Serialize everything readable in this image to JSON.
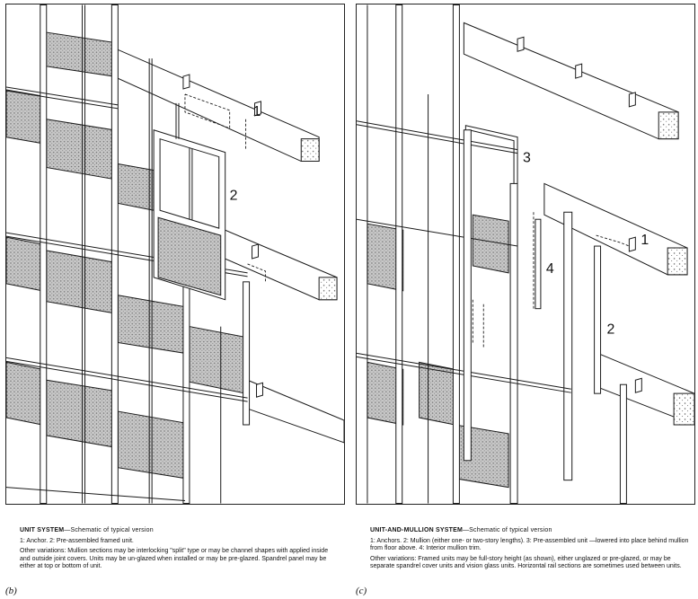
{
  "panel_b": {
    "callouts": [
      "1",
      "2"
    ],
    "caption": {
      "title_bold": "UNIT SYSTEM",
      "title_rest": "—Schematic of typical version",
      "legend": "1: Anchor.   2: Pre-assembled framed unit.",
      "variations": "Other variations: Mullion sections may be interlocking \"split\" type or may be channel shapes with applied inside and outside joint covers. Units may be un-glazed when installed or may be pre-glazed. Spandrel panel may be either at top or bottom of unit."
    },
    "figure_label": "(b)"
  },
  "panel_c": {
    "callouts": [
      "3",
      "4",
      "1",
      "2"
    ],
    "caption": {
      "title_bold": "UNIT-AND-MULLION SYSTEM",
      "title_rest": "—Schematic of typical version",
      "legend": "1: Anchors.   2: Mullion (either one- or two-story lengths).   3: Pre-assembled unit —lowered into place behind mullion from floor above. 4: Interior mullion trim.",
      "variations": "Other variations: Framed units may be full-story height (as shown), either unglazed or pre-glazed, or may be separate spandrel cover units and vision glass units. Horizontal rail sections are sometimes used between units."
    },
    "figure_label": "(c)"
  },
  "colors": {
    "line": "#1a1a1a",
    "hatch": "#8a8a8a",
    "background": "#ffffff"
  }
}
